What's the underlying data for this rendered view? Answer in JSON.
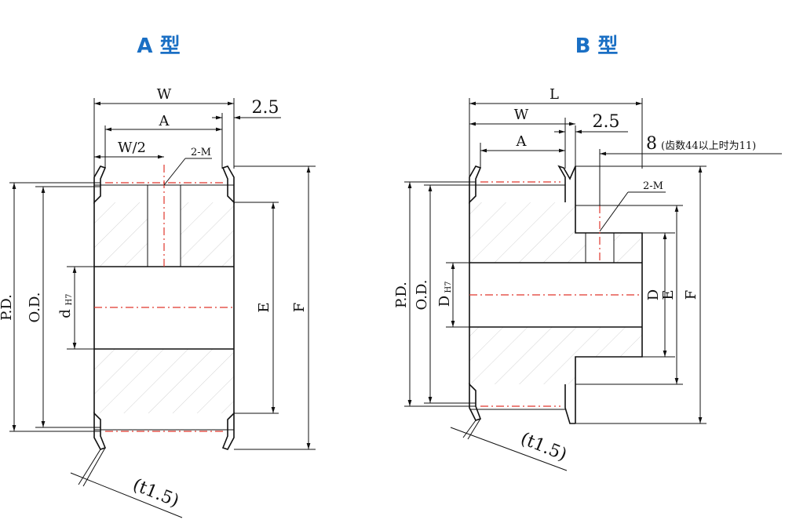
{
  "type_a": {
    "title": "A 型",
    "W": "W",
    "A": "A",
    "W_half": "W/2",
    "val_2_5": "2.5",
    "tap": "2-M",
    "PD": "P.D.",
    "OD": "O.D.",
    "d_main": "d",
    "d_sub": "H7",
    "E": "E",
    "F": "F",
    "t": "(t1.5)"
  },
  "type_b": {
    "title": "B 型",
    "L": "L",
    "W": "W",
    "A": "A",
    "val_2_5": "2.5",
    "val_8": "8",
    "note_8": "(齿数44以上时为11)",
    "tap": "2-M",
    "PD": "P.D.",
    "OD": "O.D.",
    "D_main": "D",
    "D_sub": "H7",
    "D": "D",
    "E": "E",
    "F": "F",
    "t": "(t1.5)"
  }
}
